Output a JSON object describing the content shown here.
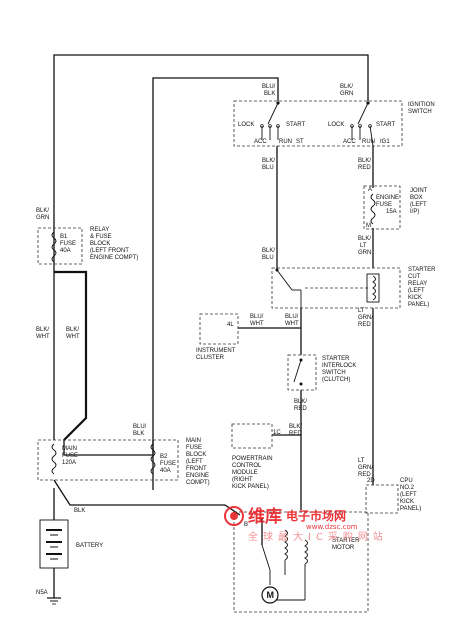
{
  "wire_labels": {
    "blu_blk": [
      "BLU/",
      "BLK"
    ],
    "blk_grn_top": [
      "BLK/",
      "GRN"
    ],
    "blk_blu": [
      "BLK/",
      "BLU"
    ],
    "blk_wht": [
      "BLK/",
      "WHT"
    ],
    "blk_red": [
      "BLK/",
      "RED"
    ],
    "blk_grn_left": [
      "BLK/",
      "GRN"
    ],
    "blk_wht_left": [
      "BLK/",
      "WHT"
    ],
    "blk_wht_right": [
      "BLK/",
      "WHT"
    ],
    "blk_blu_main": [
      "BLK/",
      "BLU"
    ],
    "blk_blu_relay": [
      "BLK/",
      "BLU"
    ],
    "blu_wht_4l": [
      "BLU/",
      "WHT"
    ],
    "blu_wht_relay": [
      "BLU/",
      "WHT"
    ],
    "blk_red_switch": [
      "BLK/",
      "RED"
    ],
    "blk_red_1c": [
      "BLK/",
      "RED"
    ],
    "blk_lt_grn": [
      "BLK/",
      "LT",
      "GRN"
    ],
    "lt_grn_red": [
      "LT",
      "GRN/",
      "RED"
    ],
    "lt_grn_red_2": [
      "LT",
      "GRN/",
      "RED"
    ],
    "blk_ground": "BLK",
    "blu_blk_2": [
      "BLU/",
      "BLK"
    ]
  },
  "ignition_switch": {
    "name": [
      "IGNITION",
      "SWITCH"
    ],
    "lock1": "LOCK",
    "start1": "START",
    "acc1": "ACC",
    "run1": "RUN",
    "st1": "ST",
    "lock2": "LOCK",
    "start2": "START",
    "acc2": "ACC",
    "run2": "RUN",
    "ig1": "IG1"
  },
  "relay_fuse_block": {
    "fuse_name": [
      "B1",
      "FUSE",
      "40A"
    ],
    "block": [
      "RELAY",
      "& FUSE",
      "BLOCK",
      "(LEFT FRONT",
      "ENGINE COMPT)"
    ]
  },
  "joint_box": {
    "fuse": [
      "ENGINE",
      "FUSE",
      "15A"
    ],
    "name": [
      "JOINT",
      "BOX",
      "(LEFT",
      "I/P)"
    ],
    "pin_a": "A",
    "pin_m": "M"
  },
  "starter_relay": {
    "name": [
      "STARTER",
      "CUT",
      "RELAY",
      "(LEFT",
      "KICK",
      "PANEL)"
    ]
  },
  "instrument_cluster": {
    "name": [
      "INSTRUMENT",
      "CLUSTER"
    ],
    "pin": "4L"
  },
  "interlock_switch": {
    "name": [
      "STARTER",
      "INTERLOCK",
      "SWITCH",
      "(CLUTCH)"
    ]
  },
  "pcm": {
    "name": [
      "POWERTRAIN",
      "CONTROL",
      "MODULE",
      "(RIGHT",
      "KICK PANEL)"
    ],
    "pin": "1C"
  },
  "main_fuse_block": {
    "main_fuse": [
      "MAIN",
      "FUSE",
      "120A"
    ],
    "b2_fuse": [
      "B2",
      "FUSE",
      "40A"
    ],
    "block": [
      "MAIN",
      "FUSE",
      "BLOCK",
      "(LEFT",
      "FRONT",
      "ENGINE",
      "COMPT)"
    ]
  },
  "cpu": {
    "name": [
      "CPU",
      "NO.2",
      "(LEFT",
      "KICK",
      "PANEL)"
    ],
    "pin": "2D"
  },
  "battery": "BATTERY",
  "ground": "N5A",
  "starter_motor": [
    "STARTER",
    "MOTOR"
  ],
  "motor_symbol": "M",
  "pin_b": "B",
  "watermark": {
    "brand": "维库",
    "text": "电子市场网",
    "url": "www.dzsc.com",
    "tagline": "全球最大IC采购网站"
  },
  "colors": {
    "ink": "#111111",
    "watermark_red": "#e8262b",
    "watermark_pink": "#f28a8c"
  }
}
